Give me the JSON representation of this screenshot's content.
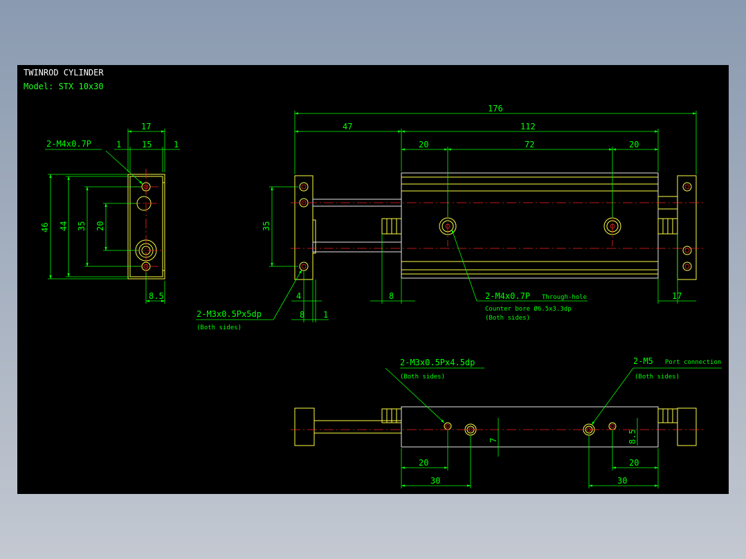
{
  "title": "TWINROD CYLINDER",
  "model": "Model: STX 10x30",
  "dimensions": {
    "d176": "176",
    "d47": "47",
    "d112": "112",
    "d20a": "20",
    "d72": "72",
    "d20b": "20",
    "d35": "35",
    "d8a": "8",
    "d17b": "17",
    "d4": "4",
    "d8b": "8",
    "d1c": "1",
    "side_d17": "17",
    "side_d1a": "1",
    "side_d15": "15",
    "side_d1b": "1",
    "side_d46": "46",
    "side_d44": "44",
    "side_d35": "35",
    "side_d20": "20",
    "side_d85": "8.5",
    "bot_d20a": "20",
    "bot_d30a": "30",
    "bot_d7": "7",
    "bot_d85": "8.5",
    "bot_d20b": "20",
    "bot_d30b": "30"
  },
  "callouts": {
    "side_tap": "2-M4x0.7P",
    "mount_tap": "2-M3x0.5Px5dp",
    "mount_tap_note": "(Both sides)",
    "through_hole": "2-M4x0.7P",
    "through_hole_suffix": "Through-hole",
    "counter_bore": "Counter bore Ø6.5x3.3dp",
    "through_note": "(Both sides)",
    "bottom_tap": "2-M3x0.5Px4.5dp",
    "bottom_tap_note": "(Both sides)",
    "port": "2-M5",
    "port_suffix": "Port connection",
    "port_note": "(Both sides)"
  },
  "colors": {
    "background": "#000000",
    "outline": "#ffff44",
    "dimension": "#00ff00",
    "centerline": "#ff2222",
    "body": "#e8e8e8"
  }
}
